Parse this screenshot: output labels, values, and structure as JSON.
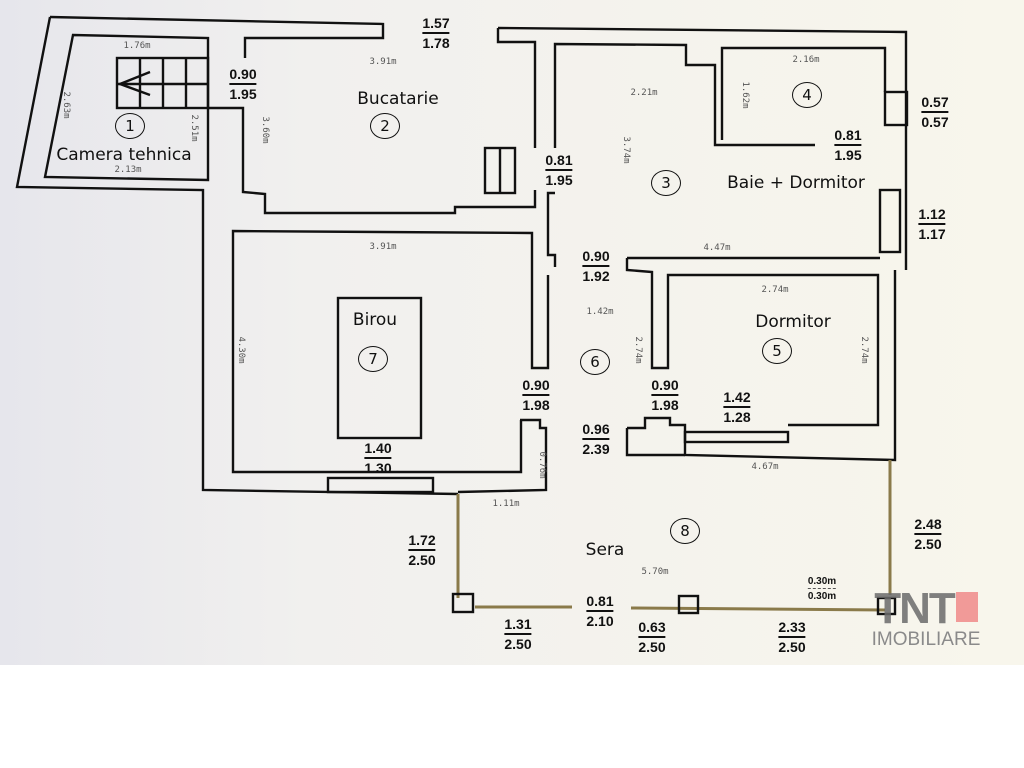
{
  "rooms": [
    {
      "number": "1",
      "name": "Camera tehnica"
    },
    {
      "number": "2",
      "name": "Bucatarie"
    },
    {
      "number": "3",
      "name": "Baie + Dormitor"
    },
    {
      "number": "4"
    },
    {
      "number": "5",
      "name": "Dormitor"
    },
    {
      "number": "6"
    },
    {
      "number": "7",
      "name": "Birou"
    },
    {
      "number": "8",
      "name": "Sera"
    }
  ],
  "openings": [
    [
      "1.57",
      "1.78"
    ],
    [
      "0.90",
      "1.95"
    ],
    [
      "0.81",
      "1.95"
    ],
    [
      "0.57",
      "0.57"
    ],
    [
      "0.81",
      "1.95"
    ],
    [
      "1.12",
      "1.17"
    ],
    [
      "0.90",
      "1.92"
    ],
    [
      "0.90",
      "1.98"
    ],
    [
      "0.90",
      "1.98"
    ],
    [
      "1.42",
      "1.28"
    ],
    [
      "0.96",
      "2.39"
    ],
    [
      "1.40",
      "1.30"
    ],
    [
      "1.72",
      "2.50"
    ],
    [
      "2.48",
      "2.50"
    ],
    [
      "1.31",
      "2.50"
    ],
    [
      "0.81",
      "2.10"
    ],
    [
      "0.63",
      "2.50"
    ],
    [
      "2.33",
      "2.50"
    ],
    [
      "0.30m",
      "0.30m"
    ]
  ],
  "dimensions": [
    "1.76m",
    "2.63m",
    "2.51m",
    "2.13m",
    "3.91m",
    "3.60m",
    "2.21m",
    "3.74m",
    "2.16m",
    "1.62m",
    "4.47m",
    "3.91m",
    "4.30m",
    "1.42m",
    "2.74m",
    "2.74m",
    "2.74m",
    "0.76m",
    "4.67m",
    "1.11m",
    "5.70m"
  ],
  "logo": {
    "brand": "TNT",
    "sub": "IMOBILIARE",
    "accent": "#f08a8a"
  }
}
